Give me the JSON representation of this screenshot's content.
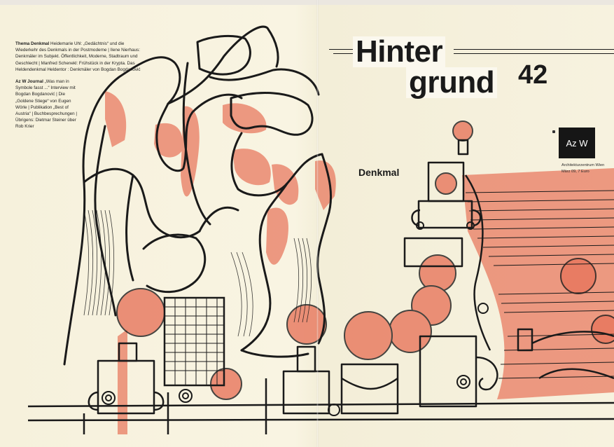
{
  "contents": {
    "block1_heading": "Thema Denkmal",
    "block1_text": "Heidemarie Uhl: „Gedächtnis“ und die Wiederkehr des Denkmals in der Postmoderne | Ilene Nierhaus: Denkmäler im Subjekt. Öffentlichkeit, Moderne, Stadtraum und Geschlecht | Manfred Schenekl: Frühstück in der Krypta. Das Heldendenkmal Heldentor : Denkmäler von Bogdan Bogdanović",
    "block2_heading": "Az W Journal",
    "block2_text": "„Was man in Symbole fasst ...“ Interview mit Bogdan Bogdanović | Die „Goldene Stiege“ von Eugen Wörle | Publikation „Best of Austria“ | Buchbesprechungen | Übrigens: Dietmar Steiner über Rob Krier"
  },
  "title": {
    "line1": "Hinter",
    "line2": "grund",
    "issue": "42"
  },
  "theme": "Denkmal",
  "publisher": {
    "logo": "Az W",
    "name": "Architekturzentrum Wien",
    "date_price": "März 09, 7 Euro"
  },
  "colors": {
    "ink": "#1a1a1a",
    "paper": "#f7f2df",
    "crayon": "#e8765c"
  }
}
